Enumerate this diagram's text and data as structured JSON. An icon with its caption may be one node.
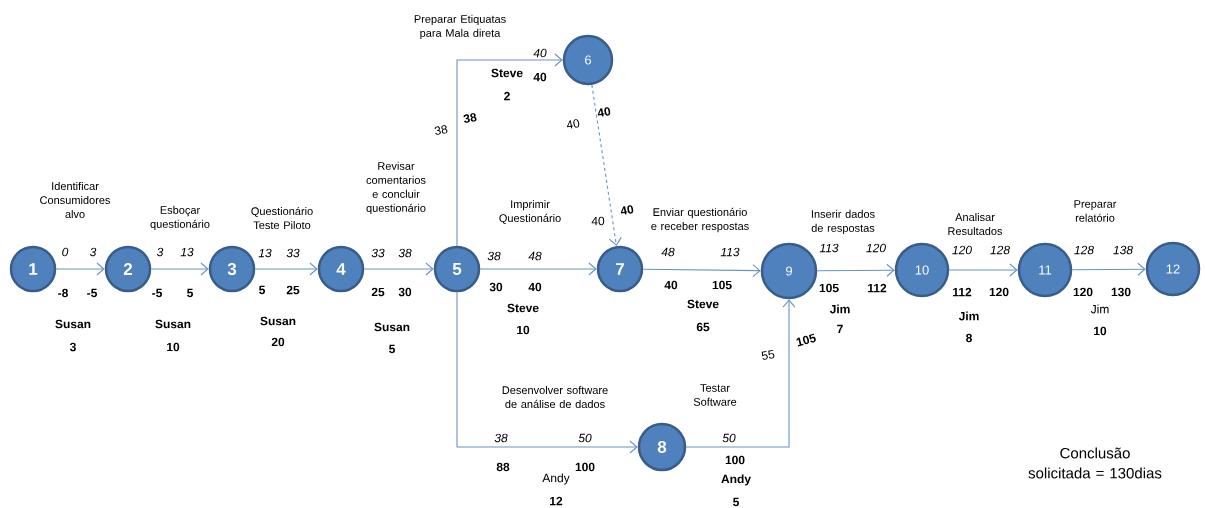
{
  "diagram": {
    "nodes": [
      {
        "text": [
          "1"
        ]
      },
      {
        "text": [
          "2"
        ]
      },
      {
        "text": [
          "3"
        ]
      },
      {
        "text": [
          "4"
        ]
      },
      {
        "text": [
          "5"
        ]
      },
      {
        "text": [
          "6"
        ]
      },
      {
        "text": [
          "7"
        ]
      },
      {
        "text": [
          "8"
        ]
      },
      {
        "text": [
          "9"
        ]
      },
      {
        "text": [
          "10"
        ]
      },
      {
        "text": [
          "11"
        ]
      },
      {
        "text": [
          "12"
        ]
      }
    ],
    "edges": [
      {
        "from": 0,
        "to": 1,
        "arrow": "to",
        "label": "Identificar Consumidores alvo"
      },
      {
        "from": 1,
        "to": 2,
        "arrow": "to",
        "label": "Esboçar questionário"
      },
      {
        "from": 2,
        "to": 3,
        "arrow": "to",
        "label": "Questionário Teste Piloto"
      },
      {
        "from": 3,
        "to": 4,
        "arrow": "to",
        "label": "Revisar comentarios e concluir questionário"
      },
      {
        "from": 4,
        "to": 5,
        "arrow": "to",
        "label": "Preparar Etiquatas para Mala direta"
      },
      {
        "from": 4,
        "to": 6,
        "arrow": "to",
        "label": "Imprimir Questionário"
      },
      {
        "from": 5,
        "to": 6,
        "arrow": "to",
        "style": "dashed"
      },
      {
        "from": 4,
        "to": 7,
        "arrow": "to",
        "label": "Desenvolver software de análise de dados"
      },
      {
        "from": 6,
        "to": 8,
        "arrow": "to",
        "label": "Enviar questionário e receber respostas"
      },
      {
        "from": 7,
        "to": 8,
        "arrow": "to",
        "label": "Testar Software"
      },
      {
        "from": 8,
        "to": 9,
        "arrow": "to",
        "label": "Inserir dados de respostas"
      },
      {
        "from": 9,
        "to": 10,
        "arrow": "to",
        "label": "Analisar Resultados"
      },
      {
        "from": 10,
        "to": 11,
        "arrow": "to",
        "label": "Preparar relatório"
      }
    ],
    "labels": [
      "0",
      "3",
      "-8",
      "-5",
      "Susan",
      "3",
      "3",
      "13",
      "-5",
      "5",
      "Susan",
      "10",
      "13",
      "33",
      "5",
      "25",
      "Susan",
      "20",
      "33",
      "38",
      "25",
      "30",
      "Susan",
      "5",
      "40",
      "Steve",
      "40",
      "2",
      "38",
      "38",
      "40",
      "40",
      "40",
      "40",
      "38",
      "48",
      "30",
      "40",
      "Steve",
      "10",
      "48",
      "113",
      "40",
      "105",
      "Steve",
      "65",
      "38",
      "50",
      "88",
      "100",
      "Andy",
      "12",
      "50",
      "100",
      "Andy",
      "5",
      "55",
      "105",
      "113",
      "120",
      "105",
      "112",
      "Jim",
      "7",
      "120",
      "128",
      "112",
      "120",
      "Jim",
      "8",
      "128",
      "138",
      "120",
      "130",
      "Jim",
      "10",
      "Conclusão solicitada = 130dias"
    ]
  }
}
